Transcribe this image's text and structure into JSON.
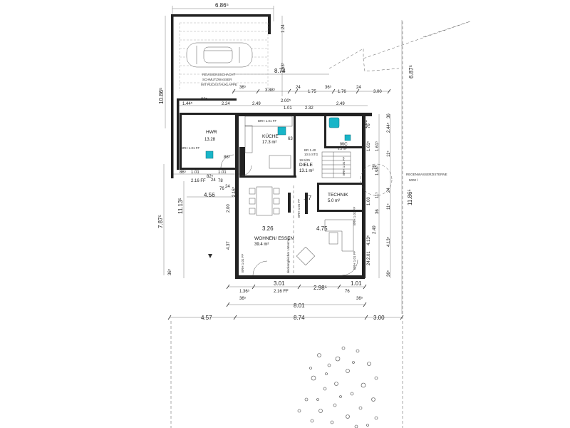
{
  "rooms": {
    "kueche": {
      "name": "KÜCHE",
      "area": "17.3 m²",
      "note": "BRH 1.01 FF"
    },
    "hwr": {
      "name": "HWR",
      "area": "13.28",
      "note": "BRH 1.01 FF"
    },
    "wc": {
      "name": "WC",
      "area": "4.2 m²"
    },
    "diele": {
      "name": "DIELE",
      "area": "13.1 m²",
      "note_a": "BR 1.40",
      "note_b": "10.5 STG",
      "stairs": "19.5/25"
    },
    "technik": {
      "name": "TECHNIK",
      "area": "5.0 m²"
    },
    "wohnen": {
      "name": "WOHNEN/ ESSEN",
      "area": "39.4 m²"
    }
  },
  "annotations": {
    "revision_1": "REVISIONSSCHACHT",
    "revision_2": "SCHMUTZWASSER",
    "revision_3": "MIT RÜCKSTAUKLAPPE",
    "cistern_1": "REGENWASSERZISTERNE",
    "cistern_2": "5000 l",
    "ceiling_beam": "deckengleicher Unterzug",
    "carport": "BRH 1.01 FF",
    "bottom_left_note": "BRH 1.01 FF",
    "brh_1": "BRH 1.01 FF",
    "brh_2": "BRH 1.01 FF",
    "brh_3": "BRH 1.01 FF"
  },
  "dimensions": {
    "top_total": "6.86⁵",
    "top_side_a": "1.24",
    "top_side_b": "4.63⁵",
    "car_height": "10.86⁵",
    "house_width": "8.74",
    "row2_a": "36⁵",
    "row2_b": "3.88⁵",
    "row2_c": "24",
    "row2_d": "1.75",
    "row2_e": "36⁵",
    "row2_f": "1.76",
    "row2_g": "24",
    "row2_h": "3.00",
    "row3_a": "88⁵",
    "row3_b": "2.24",
    "row3_c": "2.49",
    "row3_d": "2.00⁵",
    "row3_e": "2.49",
    "row3_f": "1.44⁵",
    "row3_g": "1.01",
    "row3_h": "2.32",
    "left_a": "1.01",
    "left_b": "82⁵",
    "left_c": "1.01",
    "left_d": "2.16 FF",
    "left_e": "78",
    "left_f": "86⁵",
    "left_g": "4.56",
    "left_h": "24",
    "left_i": "11.13⁵",
    "left_j": "7.87⁵",
    "left_k": "2.00",
    "left_l": "4.37",
    "left_m": "36⁵",
    "left_n": "2.16⁵",
    "wohnen_w": "3.26",
    "wohnen_b": "4.75",
    "tech_w": ".77",
    "right_a": "2.44⁵",
    "right_b": "1.61⁵",
    "right_c": "36",
    "right_d": "11⁵",
    "right_e": "1.01",
    "right_f": "4.13⁵",
    "right_g": "11.86⁵",
    "right_h": "6.87⁵",
    "right_i": "1.98⁵",
    "right_j": "2.49",
    "right_k": "2.01",
    "right_l": "36⁵",
    "right_m": "76",
    "right_n": "24",
    "right_o": "1.00",
    "right_p": "4.13⁵",
    "bot_a": "1.36⁵",
    "bot_b": "3.01",
    "bot_c": "2.98⁵",
    "bot_d": "1.01",
    "bot_e": "2.16 FF",
    "bot_f": "76",
    "bot_g": "36⁵",
    "bot_h": "36⁵",
    "bot_total": "8.01",
    "site_a": "4.57",
    "site_b": "8.74",
    "site_c": "3.00",
    "c_63": "63",
    "c_86": "86⁵",
    "c_76": "76",
    "c_24b": "24",
    "c_76b": "76",
    "c_161": "1.61⁵",
    "c_11b": "11⁵",
    "c_24c": "24",
    "c_11c": "11⁵",
    "c_36b": "36"
  },
  "colors": {
    "sanitary": "#19b5c8",
    "walls": "#222222",
    "lines": "#333333"
  }
}
